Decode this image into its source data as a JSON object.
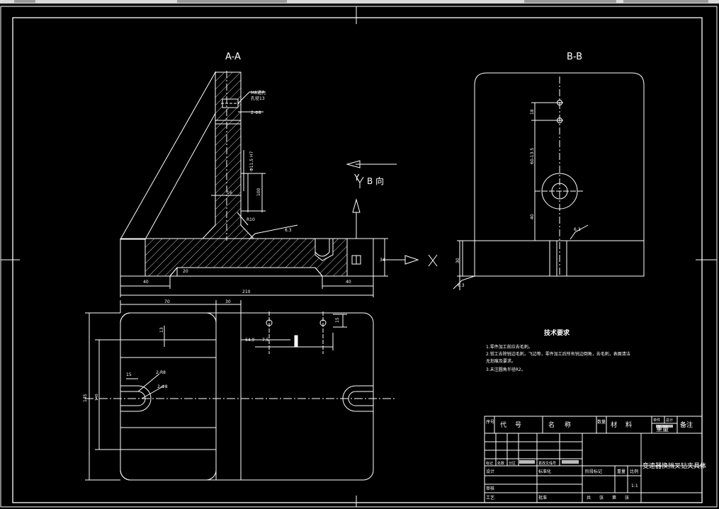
{
  "views": {
    "section_aa": "A-A",
    "section_bb": "B-B",
    "view_b_arrow": "B 向",
    "axis_y": "Y",
    "axis_x": "X"
  },
  "dims": {
    "hole1": "M8通孔",
    "hole1b": "孔径13",
    "dia": "2-Φ8",
    "h_small": "16",
    "dim_h": "Φ11.5 H7",
    "dim_h2": "100",
    "dim_r": "R10",
    "rough1": "6.3",
    "d40a": "40",
    "d20": "20",
    "d40b": "40",
    "d34": "34",
    "d210": "210",
    "d70": "70",
    "d30": "30",
    "d13": "13",
    "d15": "15",
    "d64": "64.9",
    "d75": "7.5",
    "d15b": "15",
    "d145": "145",
    "d140": "140",
    "r_hole": "2-R8",
    "r_hole2": "2-Φ8",
    "bb_18": "18",
    "bb_60": "60-13.5",
    "bb_40": "40",
    "bb_rough": "6.3",
    "bb_30": "30",
    "bb_rough2": "6.3"
  },
  "tech": {
    "title": "技术要求",
    "items": [
      "1.零件加工前应去毛刺。",
      "2.钳工去除锐边毛刺，飞边等，零件加工后所有锐边倒角，去毛刺，表面清洁",
      "  无划痕及要求。",
      "3.未注圆角半径R2。"
    ]
  },
  "title_block": {
    "header": [
      "序号",
      "代号",
      "名称",
      "数量",
      "材料",
      "重量",
      "备注"
    ],
    "weight_sub": [
      "单件",
      "总计"
    ],
    "weight_val": "重量",
    "drawing_title": "变速器换挡叉钻夹具体",
    "row_labels": [
      "标记",
      "处数",
      "分区",
      "更改文件号",
      "签名",
      "年月日"
    ],
    "roles": [
      "设计",
      "标准化",
      "阶段标记",
      "重量",
      "比例",
      "审核",
      "工艺",
      "批准"
    ],
    "scale": "1:1",
    "sheets": [
      "共",
      "张",
      "第",
      "张"
    ]
  }
}
